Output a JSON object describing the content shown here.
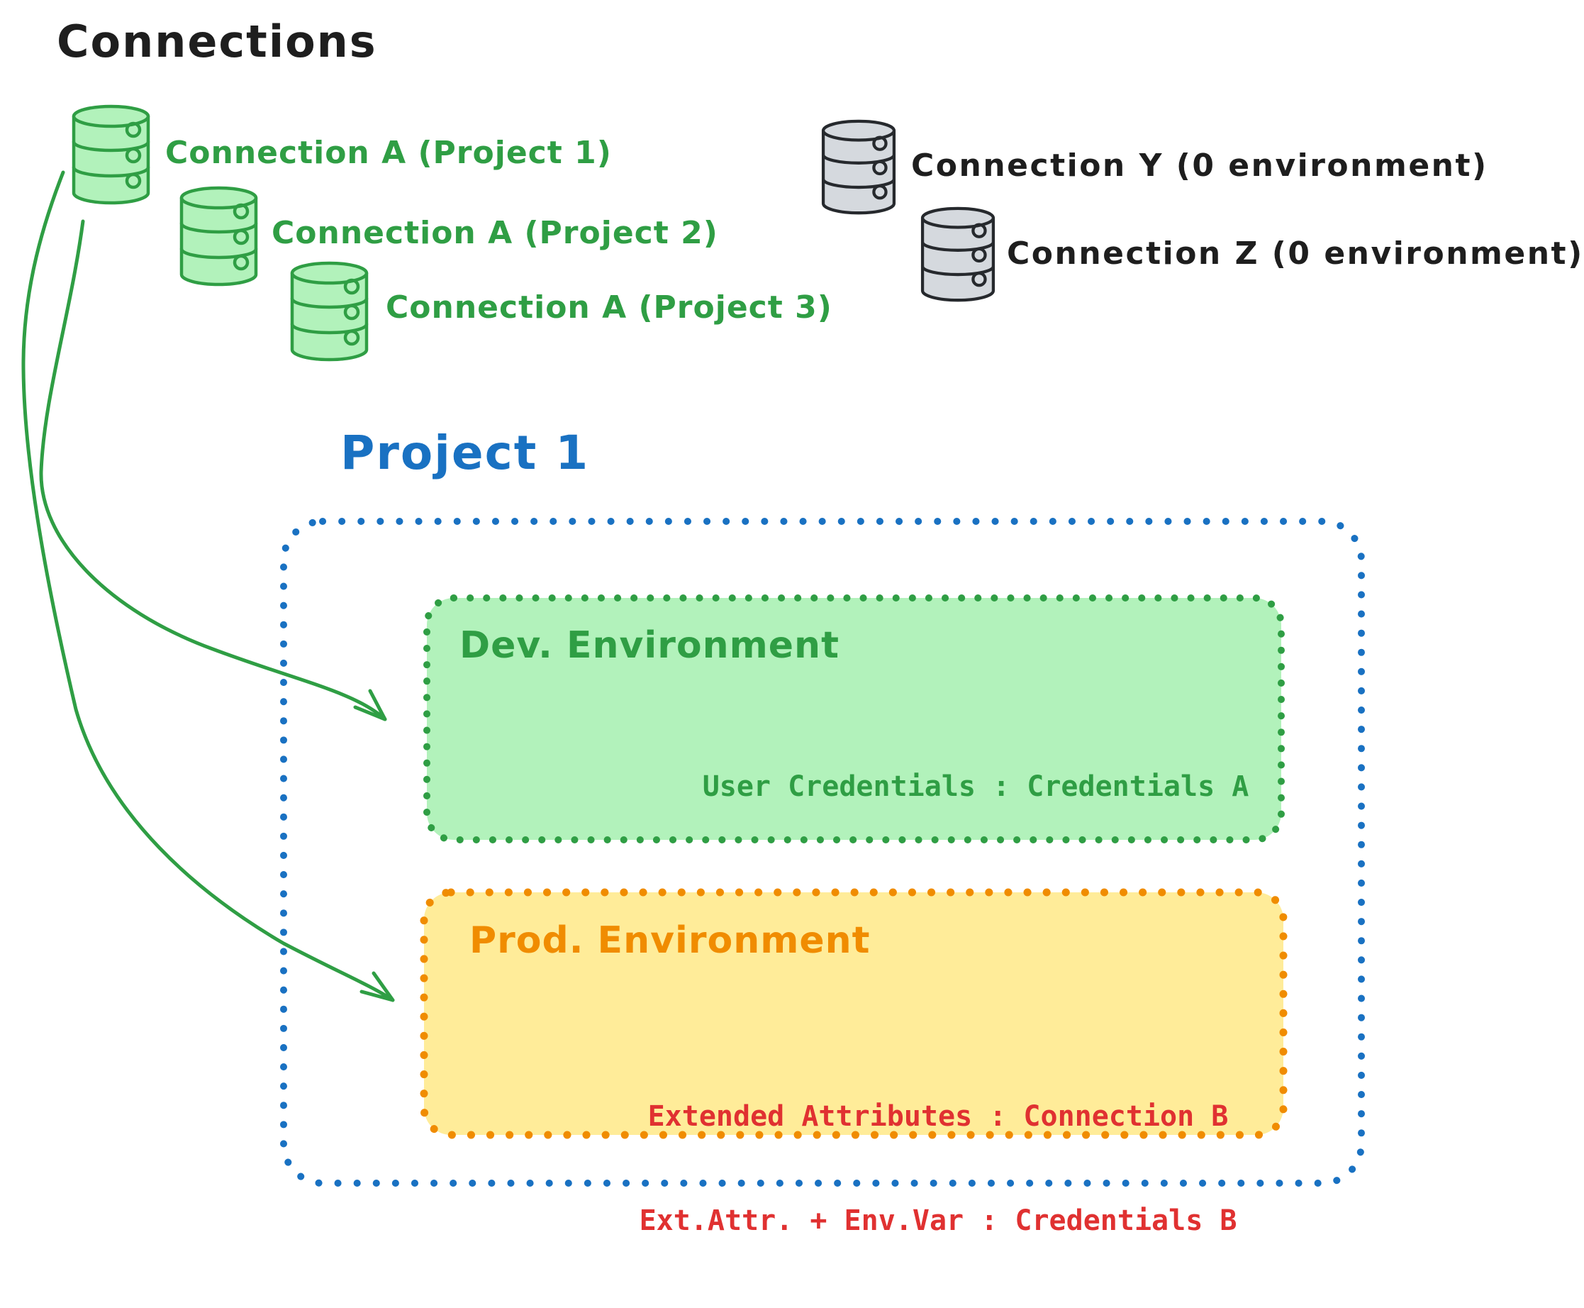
{
  "title": "Connections",
  "palette": {
    "black": "#1e1e1e",
    "green_stroke": "#2f9e44",
    "green_fill": "#b2f2bb",
    "blue": "#1971c2",
    "orange_stroke": "#f08c00",
    "yellow_fill": "#ffec99",
    "red": "#e03131",
    "gray_stroke": "#26292d",
    "gray_fill": "#d5d9de"
  },
  "connections": {
    "assigned": [
      {
        "icon": "database-icon",
        "color": "green",
        "label": "Connection A (Project 1)"
      },
      {
        "icon": "database-icon",
        "color": "green",
        "label": "Connection A (Project 2)"
      },
      {
        "icon": "database-icon",
        "color": "green",
        "label": "Connection A (Project 3)"
      }
    ],
    "unassigned": [
      {
        "icon": "database-icon",
        "color": "gray",
        "label": "Connection Y (0 environment)"
      },
      {
        "icon": "database-icon",
        "color": "gray",
        "label": "Connection Z (0 environment)"
      }
    ]
  },
  "project": {
    "title": "Project 1",
    "dev": {
      "name": "Dev. Environment",
      "mapping": "User Credentials : Credentials A"
    },
    "prod": {
      "name": "Prod. Environment",
      "mapping_1": "Extended Attributes : Connection B",
      "mapping_2": "Ext.Attr. + Env.Var : Credentials B"
    }
  }
}
